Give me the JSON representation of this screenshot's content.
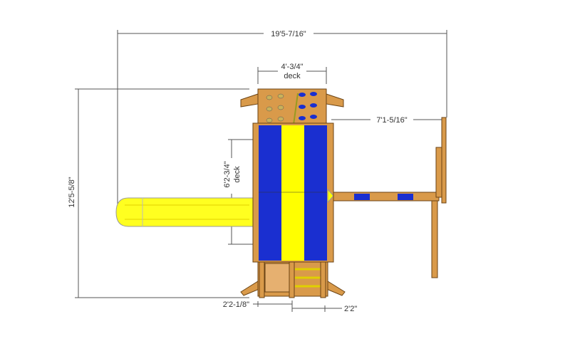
{
  "dimensions": {
    "overall_width": "19'5-7/16\"",
    "overall_depth": "12'5-5/8\"",
    "deck_width": "4'-3/4\"",
    "deck_width_label": "deck",
    "deck_depth": "6'2-3/4\"",
    "deck_depth_label": "deck",
    "swing_offset": "7'1-5/16\"",
    "ladder_width_left": "2'2-1/8\"",
    "ladder_width_right": "2'2\""
  },
  "colors": {
    "wood": "#d99a4a",
    "blue": "#1a2fd0",
    "yellow": "#ffff00"
  }
}
